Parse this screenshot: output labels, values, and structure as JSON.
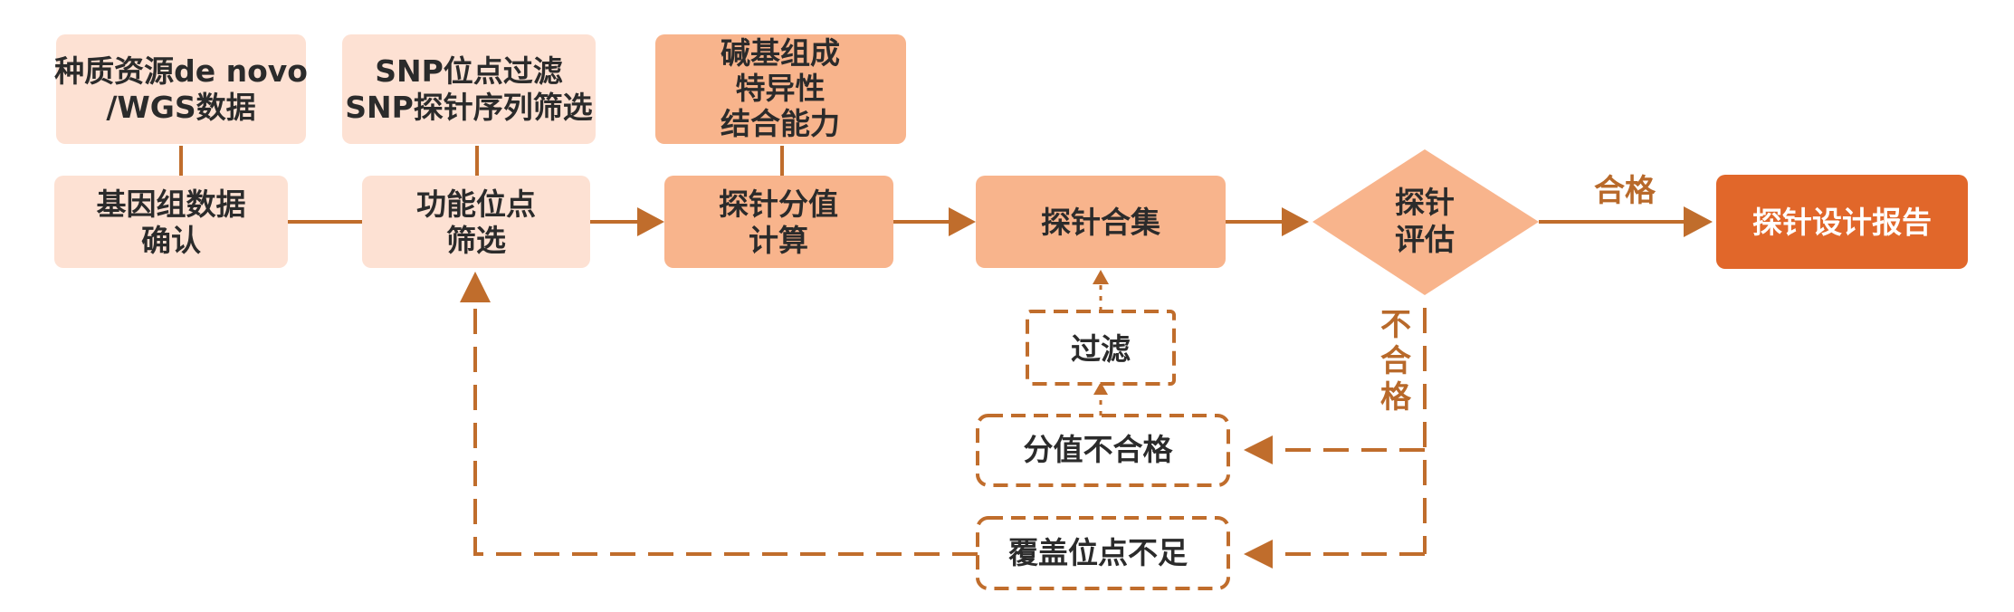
{
  "nodes": {
    "source_data": {
      "lines": [
        "种质资源de novo",
        "/WGS数据"
      ]
    },
    "genome_confirm": {
      "lines": [
        "基因组数据",
        "确认"
      ]
    },
    "snp_filter": {
      "lines": [
        "SNP位点过滤",
        "SNP探针序列筛选"
      ]
    },
    "site_screen": {
      "lines": [
        "功能位点",
        "筛选"
      ]
    },
    "criteria": {
      "lines": [
        "碱基组成",
        "特异性",
        "结合能力"
      ]
    },
    "probe_score": {
      "lines": [
        "探针分值",
        "计算"
      ]
    },
    "probe_set": {
      "lines": [
        "探针合集"
      ]
    },
    "probe_eval": {
      "lines": [
        "探针",
        "评估"
      ]
    },
    "report": {
      "lines": [
        "探针设计报告"
      ]
    },
    "filter": {
      "lines": [
        "过滤"
      ]
    },
    "score_fail": {
      "lines": [
        "分值不合格"
      ]
    },
    "coverage_fail": {
      "lines": [
        "覆盖位点不足"
      ]
    }
  },
  "edge_labels": {
    "pass": "合格",
    "fail": [
      "不",
      "合",
      "格"
    ]
  },
  "colors": {
    "light_fill": "#fde1d3",
    "medium_fill": "#f8b48c",
    "report_fill": "#e1672a",
    "line": "#c06d2c",
    "label_text": "#b8692a",
    "node_text": "#2b2b2b"
  }
}
